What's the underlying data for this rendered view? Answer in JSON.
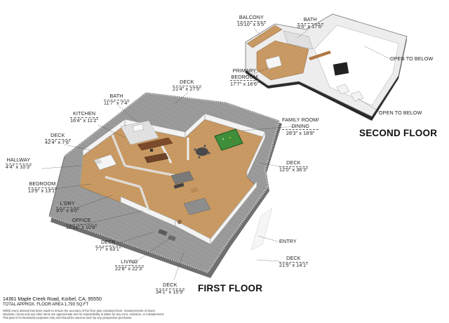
{
  "address": "14361 Maple Creek Road, Korbel, CA, 95550",
  "total_area": "TOTAL APPROX. FLOOR AREA 1,793 SQ.FT",
  "disclaimer": [
    "Whilst every attempt has been made to ensure the accuracy of the floor plan contained here, measurements of doors,",
    "windows, rooms and any other items are approximate and no responsibility is taken for any error, omission, or misstatement.",
    "This plan is for illustrative purposes only and should be used as such by any prospective purchaser."
  ],
  "first_floor": {
    "title": "FIRST FLOOR",
    "rooms": {
      "deck_top": {
        "name": "DECK",
        "dims": "21'4\" x 27'5\""
      },
      "bath": {
        "name": "BATH",
        "dims": "11'7\" x 7'4\""
      },
      "kitchen": {
        "name": "KITCHEN",
        "dims": "16'4\" x 11'2\""
      },
      "deck_left": {
        "name": "DECK",
        "dims": "42'4\" x 7'6\""
      },
      "hallway": {
        "name": "HALLWAY",
        "dims": "4'4\" x 10'3\""
      },
      "bedroom": {
        "name": "BEDROOM",
        "dims": "13'9\" x 13'1\""
      },
      "laundry": {
        "name": "L'DRY",
        "dims": "9'0\" x 6'0\""
      },
      "office": {
        "name": "OFFICE",
        "dims": "12'11\" x 10'8\""
      },
      "deck_front": {
        "name": "DECK",
        "dims": "7'7\" x 63'1\""
      },
      "living": {
        "name": "LIVING",
        "dims": "22'8\" x 22'3\""
      },
      "deck_bottom": {
        "name": "DECK",
        "dims": "34'1\" x 15'9\""
      },
      "family_room": {
        "name": "FAMILY ROOM/\nDINING",
        "dims": "28'3\" x 18'8\""
      },
      "deck_right": {
        "name": "DECK",
        "dims": "12'0\" x 36'3\""
      },
      "entry": {
        "name": "ENTRY"
      },
      "deck_entry": {
        "name": "DECK",
        "dims": "21'5\" x 14'1\""
      }
    }
  },
  "second_floor": {
    "title": "SECOND FLOOR",
    "rooms": {
      "balcony": {
        "name": "BALCONY",
        "dims": "15'10\" x 5'5\""
      },
      "bath": {
        "name": "BATH",
        "dims": "5'6\" x 17'6\""
      },
      "primary_bedroom": {
        "name": "PRIMARY\nBEDROOM",
        "dims": "17'7\" x 16'6\""
      },
      "open_below_1": {
        "name": "OPEN TO BELOW"
      },
      "open_below_2": {
        "name": "OPEN TO BELOW"
      }
    }
  },
  "colors": {
    "deck": "#9a9a9a",
    "deck_dark": "#7f7f7f",
    "floor_wood": "#c79a64",
    "wall": "#f2f2f2",
    "wall_shadow": "#bdbdbd",
    "pool_table": "#3f8f3a",
    "tile": "#dcdcdc"
  }
}
